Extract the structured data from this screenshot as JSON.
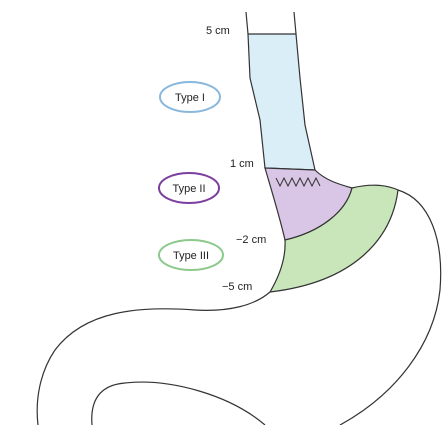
{
  "diagram": {
    "levels": {
      "plus5": "5 cm",
      "plus1": "1 cm",
      "minus2": "−2 cm",
      "minus5": "−5 cm"
    },
    "types": [
      {
        "label": "Type I",
        "color": "#8ab8dc"
      },
      {
        "label": "Type II",
        "color": "#7b3f9e"
      },
      {
        "label": "Type III",
        "color": "#8cc98a"
      }
    ],
    "region_colors": {
      "type1_fill": "#daeef8",
      "type2_fill": "#d9c6e6",
      "type3_fill": "#c9e6bb",
      "outline": "#333333"
    }
  }
}
